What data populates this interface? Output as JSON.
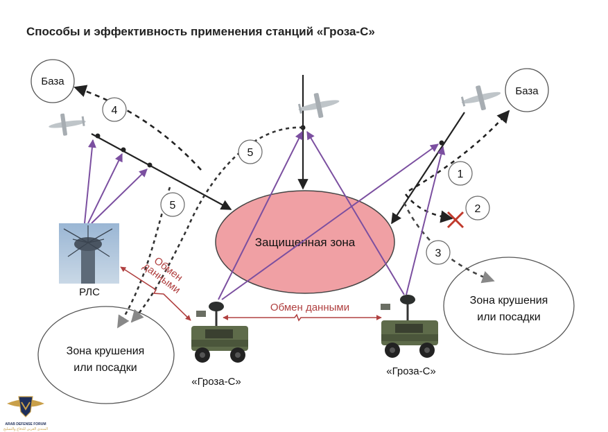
{
  "title": "Способы и эффективность применения станций «Гроза-С»",
  "labels": {
    "base_left": "База",
    "base_right": "База",
    "protected_zone": "Защищенная зона",
    "radar": "РЛС",
    "crash_zone_left_line1": "Зона крушения",
    "crash_zone_left_line2": "или посадки",
    "crash_zone_right_line1": "Зона крушения",
    "crash_zone_right_line2": "или посадки",
    "station_left": "«Гроза-С»",
    "station_right": "«Гроза-С»",
    "data_exchange_center": "Обмен данными",
    "data_exchange_diag_line1": "Обмен",
    "data_exchange_diag_line2": "данными"
  },
  "markers": [
    "1",
    "2",
    "3",
    "4",
    "5",
    "5"
  ],
  "logo": {
    "text_line1": "ARAB DEFENSE FORUM",
    "text_line2": "المنتدى العربي للدفاع والتسليح"
  },
  "colors": {
    "purple": "#7b4fa0",
    "red_line": "#b04040",
    "zone_fill": "#f0a0a4",
    "dark": "#222222"
  }
}
